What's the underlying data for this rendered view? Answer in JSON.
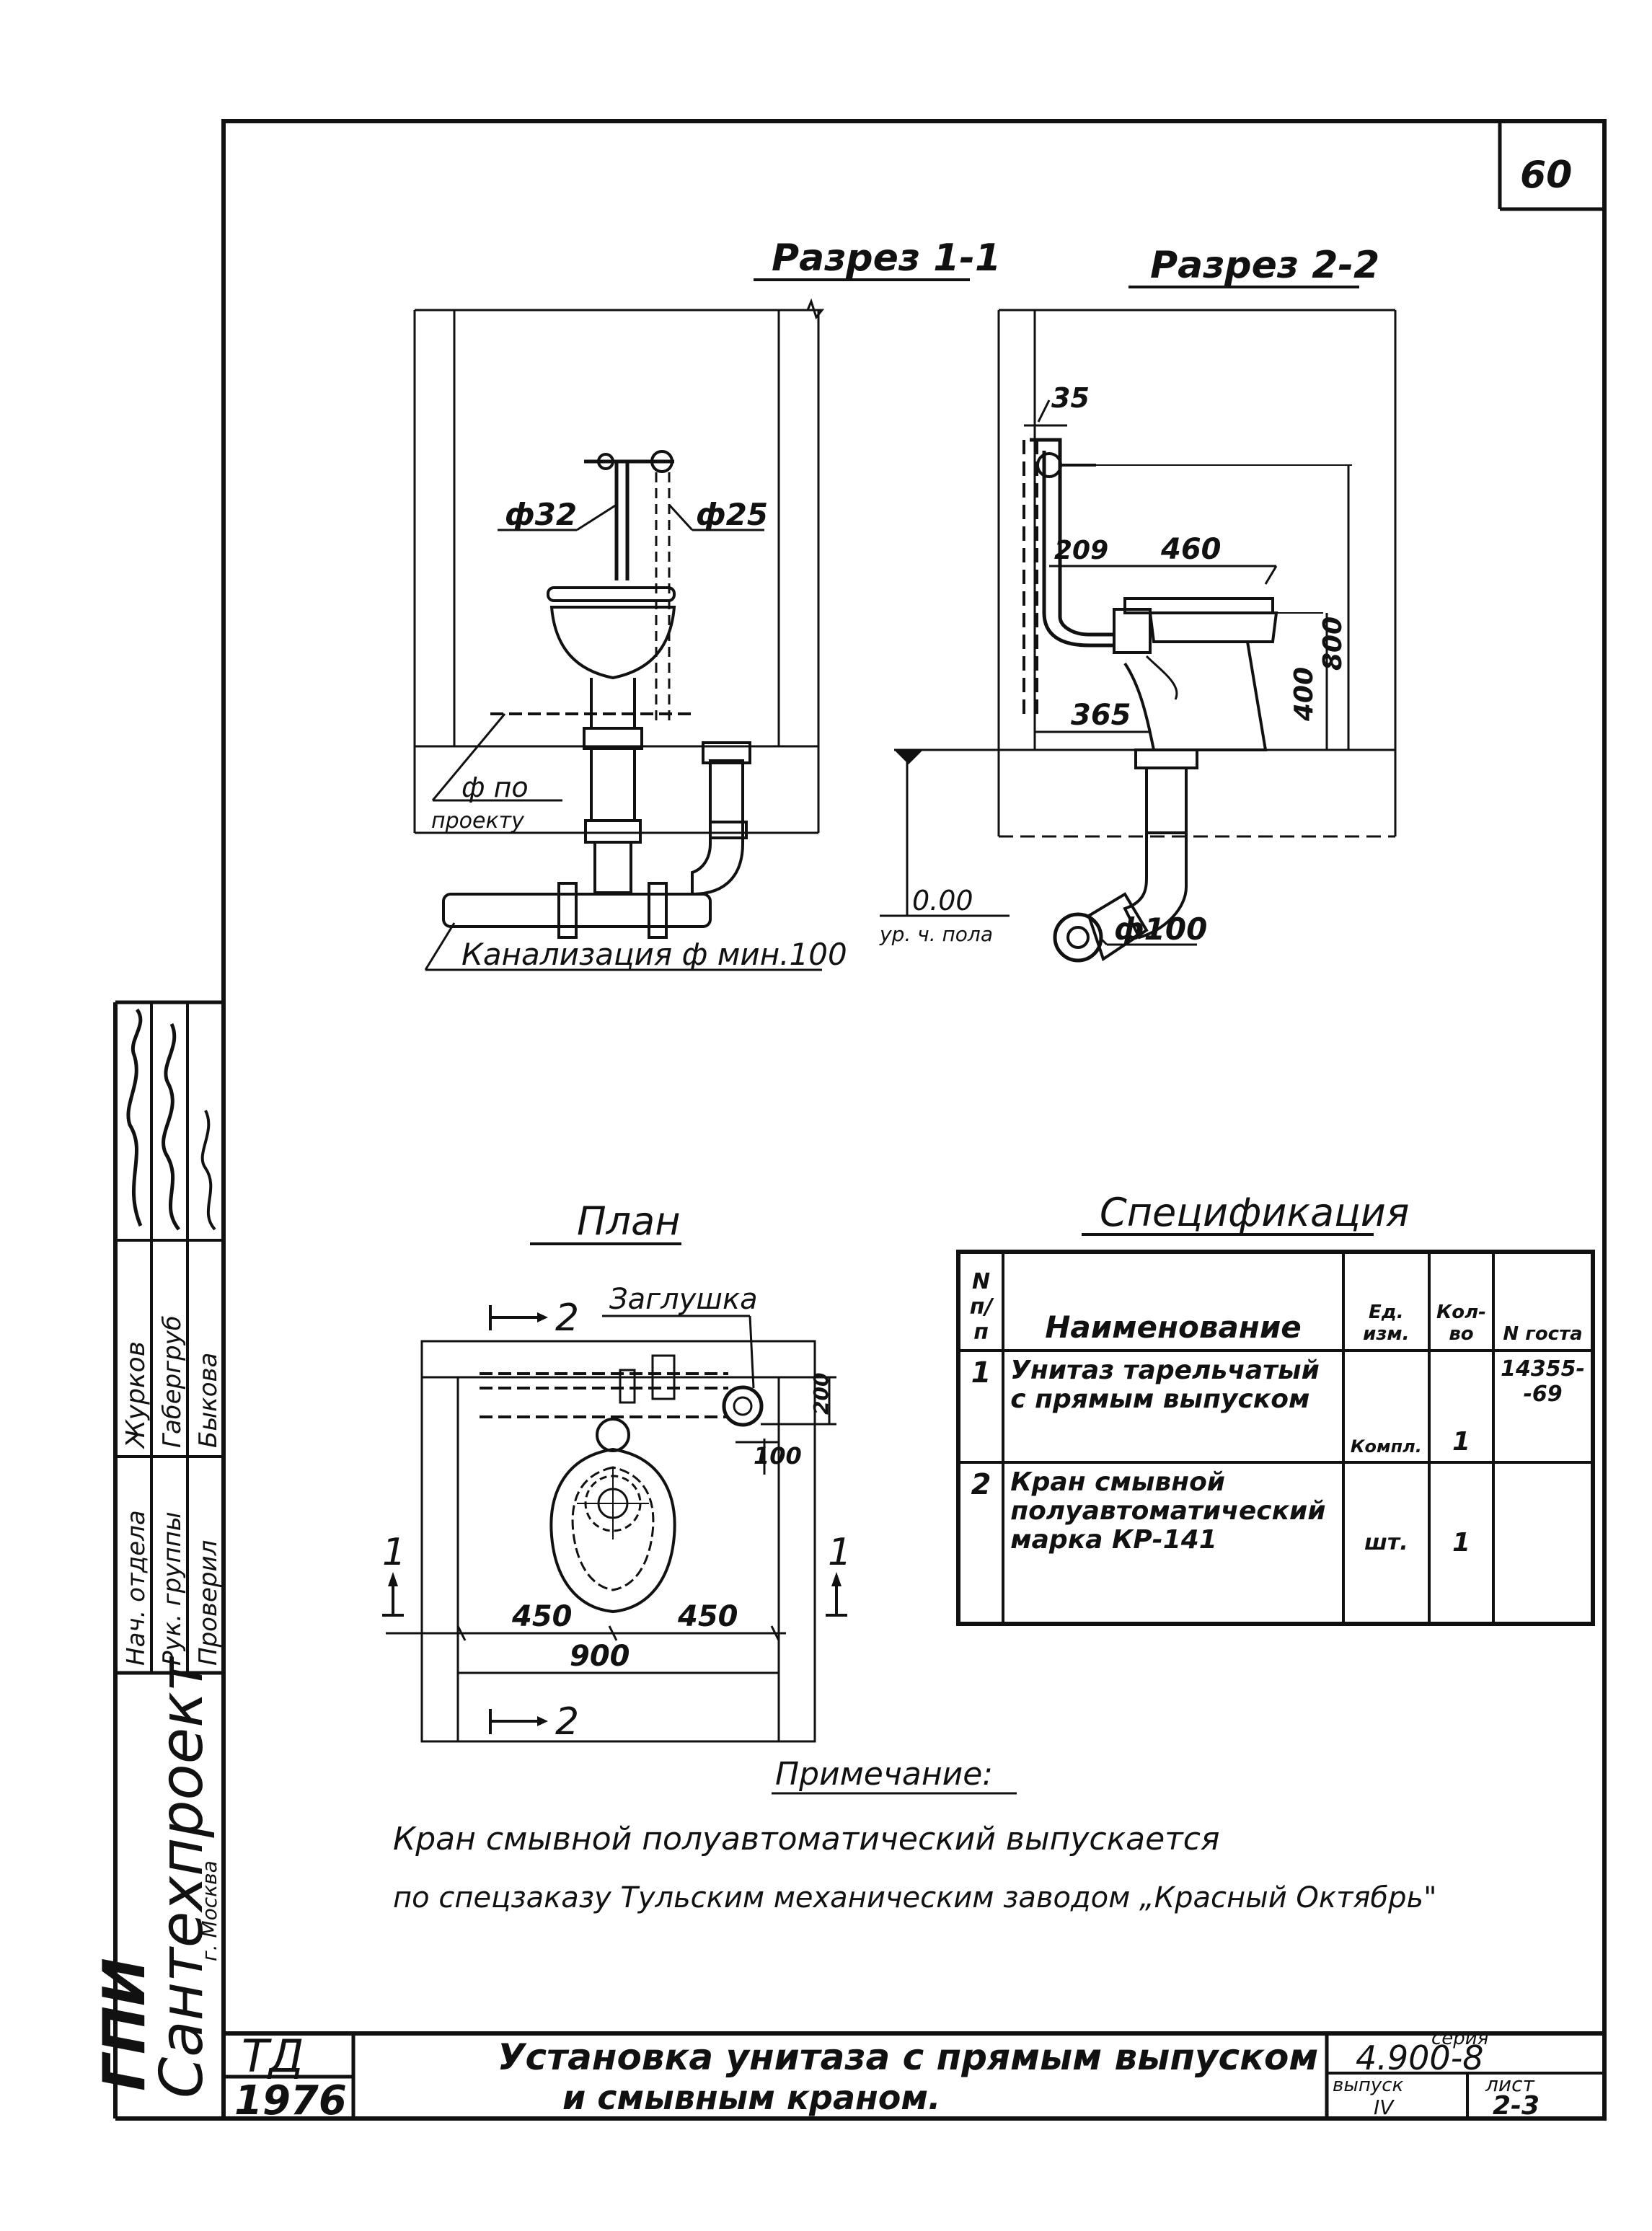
{
  "sheet": {
    "page_number": "60"
  },
  "section_1": {
    "title": "Разрез 1-1",
    "dim_pipe_left": "ф32",
    "dim_pipe_right": "ф25",
    "dim_project": "ф по",
    "dim_project_2": "проекту",
    "sewer_label": "Канализация ф мин.100"
  },
  "section_2": {
    "title": "Разрез 2-2",
    "dim_35": "35",
    "dim_209": "209",
    "dim_460": "460",
    "dim_365": "365",
    "dim_400": "400",
    "dim_800": "800",
    "level": "0.00",
    "level_label": "ур. ч. пола",
    "dim_pipe": "ф100"
  },
  "plan": {
    "title": "План",
    "plug_label": "Заглушка",
    "dim_450_left": "450",
    "dim_450_right": "450",
    "dim_900": "900",
    "dim_100": "100",
    "dim_200": "200",
    "mark_2_top": "2",
    "mark_2_bottom": "2",
    "mark_1_left": "1",
    "mark_1_right": "1"
  },
  "spec": {
    "title": "Спецификация",
    "headers": {
      "num": "N п/п",
      "name": "Наименование",
      "unit": "Ед. изм.",
      "qty": "Кол- во",
      "gost": "N госта"
    },
    "rows": [
      {
        "num": "1",
        "name": "Унитаз тарельчатый с прямым выпуском",
        "unit": "Компл.",
        "qty": "1",
        "gost": "14355- -69"
      },
      {
        "num": "2",
        "name": "Кран смывной полуавтоматический марка КР-141",
        "unit": "шт.",
        "qty": "1",
        "gost": ""
      }
    ]
  },
  "note": {
    "title": "Примечание:",
    "line1": "Кран смывной полуавтоматический выпускается",
    "line2": "по спецзаказу Тульским механическим заводом „Красный Октябрь\""
  },
  "stamp": {
    "roles": [
      "Нач. отдела",
      "Рук. группы",
      "Проверил"
    ],
    "names": [
      "Журков",
      "Габергруб",
      "Быкова"
    ],
    "org_1": "ГПИ",
    "org_2": "Сантехпроект",
    "org_3": "г. Москва"
  },
  "title_block": {
    "td": "ТД",
    "year": "1976",
    "title_1": "Установка унитаза с прямым выпуском",
    "title_2": "и смывным краном.",
    "series_label": "серия",
    "series": "4.900-8",
    "issue_label": "выпуск",
    "issue": "IV",
    "sheet_label": "лист",
    "sheet": "2-3"
  }
}
